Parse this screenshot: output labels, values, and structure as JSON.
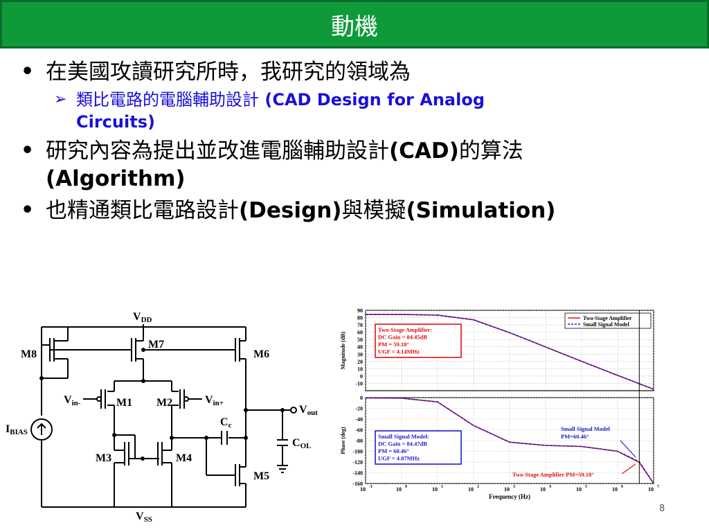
{
  "title": "動機",
  "bullets": [
    {
      "cn": "在美國攻讀研究所時，我研究的領域為"
    },
    {
      "cn": "研究內容為提出並改進電腦輔助設計",
      "en": "(CAD)",
      "cn2": "的算法",
      "en2": "(Algorithm)"
    },
    {
      "cn": "也精通類比電路設計",
      "en": "(Design)",
      "cn2": "與模擬",
      "en2": "(Simulation)"
    }
  ],
  "sub_bullet": {
    "cn": "類比電路的電腦輔助設計",
    "en": " (CAD Design for Analog",
    "en_line2": "Circuits)"
  },
  "circuit": {
    "vdd": "V",
    "vdd_sub": "DD",
    "vss": "V",
    "vss_sub": "SS",
    "ibias": "I",
    "ibias_sub": "BIAS",
    "vout": "V",
    "vout_sub": "out",
    "vin_minus": "V",
    "vin_minus_sub": "in-",
    "vin_plus": "V",
    "vin_plus_sub": "in+",
    "cc": "C",
    "cc_sub": "c",
    "col": "C",
    "col_sub": "OL",
    "transistors": [
      "M1",
      "M2",
      "M3",
      "M4",
      "M5",
      "M6",
      "M7",
      "M8"
    ]
  },
  "chart_data": [
    {
      "type": "line",
      "ylabel": "Magnitude (dB)",
      "ylim": [
        -20,
        90
      ],
      "yticks": [
        "90",
        "80",
        "70",
        "60",
        "50",
        "40",
        "30",
        "20",
        "10",
        "0",
        "-10"
      ],
      "x": [
        0.1,
        1,
        10,
        100,
        1000,
        10000,
        100000,
        1000000,
        10000000
      ],
      "xscale": "log",
      "series": [
        {
          "name": "Two-Stage Amplifier",
          "color": "#e01010",
          "values": [
            84.45,
            84.4,
            83.5,
            77,
            59.5,
            39.8,
            20.2,
            1.0,
            -18
          ]
        },
        {
          "name": "Small Signal Model",
          "color": "#2020c8",
          "dashed": true,
          "values": [
            84.47,
            84.4,
            83.5,
            77,
            59.5,
            39.8,
            20.2,
            1.0,
            -18
          ]
        }
      ],
      "legend": "top-right",
      "annotation": {
        "lines": [
          "Two-Stage Amplifier:",
          "DC Gain = 84.45dB",
          "PM = 59.18°",
          "UGF = 4.14MHz"
        ],
        "color": "#e01010"
      }
    },
    {
      "type": "line",
      "ylabel": "Phase (deg)",
      "xlabel": "Frequency (Hz)",
      "ylim": [
        -160,
        0
      ],
      "yticks": [
        "0",
        "-20",
        "-40",
        "-60",
        "-80",
        "-100",
        "-120",
        "-140",
        "-160"
      ],
      "xticks": [
        "10",
        "10",
        "10",
        "10",
        "10",
        "10",
        "10",
        "10",
        "10"
      ],
      "xtick_exps": [
        "-1",
        "0",
        "1",
        "2",
        "3",
        "4",
        "5",
        "6",
        "7"
      ],
      "x": [
        0.1,
        1,
        10,
        100,
        1000,
        10000,
        100000,
        1000000,
        4000000,
        10000000
      ],
      "xscale": "log",
      "series": [
        {
          "name": "Two-Stage Amplifier",
          "color": "#e01010",
          "values": [
            -0.5,
            -1,
            -8,
            -52,
            -83,
            -89,
            -91,
            -100,
            -120.8,
            -160
          ]
        },
        {
          "name": "Small Signal Model",
          "color": "#2020c8",
          "dashed": true,
          "values": [
            -0.5,
            -1,
            -8,
            -52,
            -83,
            -89,
            -91,
            -100,
            -119.5,
            -160
          ]
        }
      ],
      "annotation": {
        "lines": [
          "Small Signal Model:",
          "DC Gain = 84.47dB",
          "PM = 60.46°",
          "UGF = 4.07MHz"
        ],
        "color": "#2020c8"
      },
      "callouts": [
        {
          "text": "Small Signal Model",
          "text2": "PM=60.46°",
          "color": "#2020c8"
        },
        {
          "text": "Two-Stage Amplifier PM=59.18°",
          "color": "#e01010"
        }
      ]
    }
  ],
  "page_number": "8"
}
